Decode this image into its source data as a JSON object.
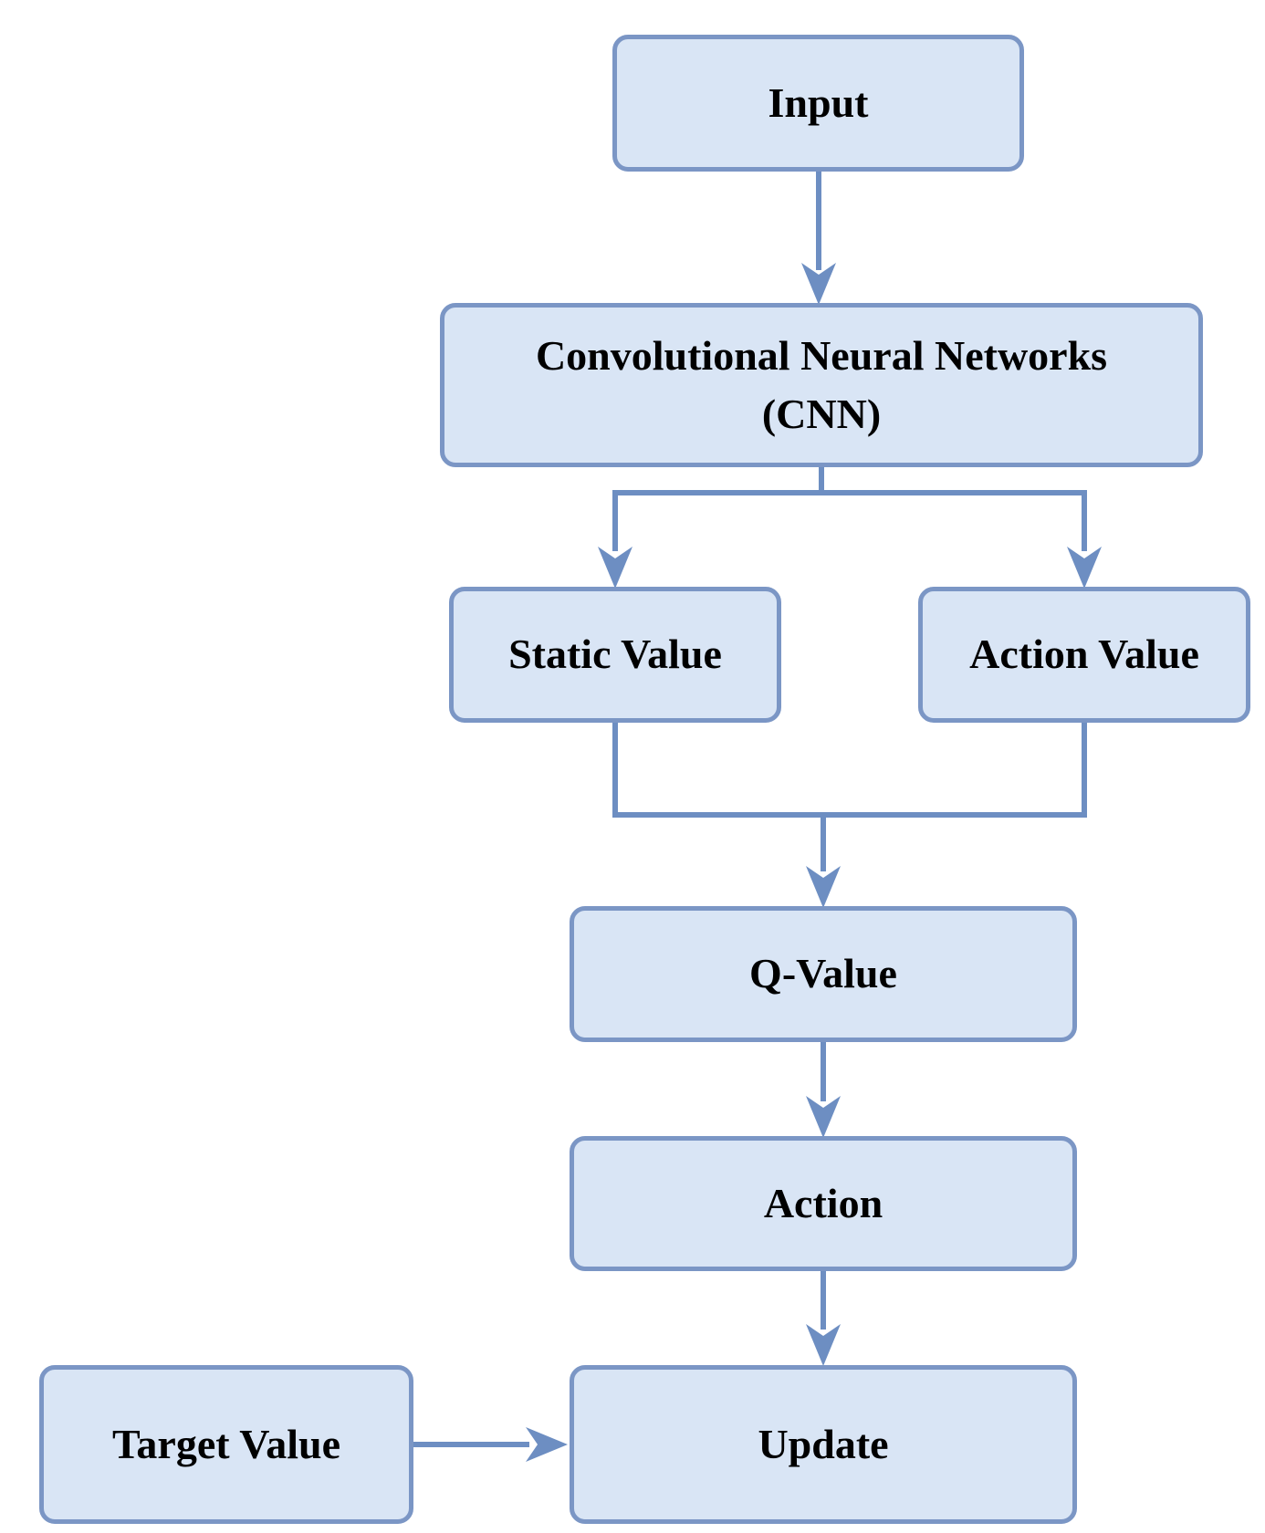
{
  "diagram": {
    "type": "flowchart",
    "colors": {
      "background": "#ffffff",
      "node_fill": "#d9e5f5",
      "node_border": "#7b96c5",
      "connector": "#6d8ec2",
      "label_text": "#000000"
    },
    "nodes": {
      "input": {
        "label": "Input"
      },
      "cnn": {
        "label": "Convolutional Neural Networks (CNN)",
        "label_line1": "Convolutional Neural Networks",
        "label_line2": "(CNN)"
      },
      "static_value": {
        "label": "Static Value"
      },
      "action_value": {
        "label": "Action Value"
      },
      "q_value": {
        "label": "Q-Value"
      },
      "action": {
        "label": "Action"
      },
      "target_value": {
        "label": "Target Value"
      },
      "update": {
        "label": "Update"
      }
    },
    "edges": [
      {
        "from": "Input",
        "to": "Convolutional Neural Networks (CNN)",
        "style": "arrow-down"
      },
      {
        "from": "Convolutional Neural Networks (CNN)",
        "to": "Static Value",
        "style": "arrow-down-branch-left"
      },
      {
        "from": "Convolutional Neural Networks (CNN)",
        "to": "Action Value",
        "style": "arrow-down-branch-right"
      },
      {
        "from": "Static Value",
        "to": "Q-Value",
        "style": "merge-arrow-down"
      },
      {
        "from": "Action Value",
        "to": "Q-Value",
        "style": "merge-arrow-down"
      },
      {
        "from": "Q-Value",
        "to": "Action",
        "style": "arrow-down"
      },
      {
        "from": "Action",
        "to": "Update",
        "style": "arrow-down"
      },
      {
        "from": "Target Value",
        "to": "Update",
        "style": "arrow-right"
      }
    ]
  }
}
